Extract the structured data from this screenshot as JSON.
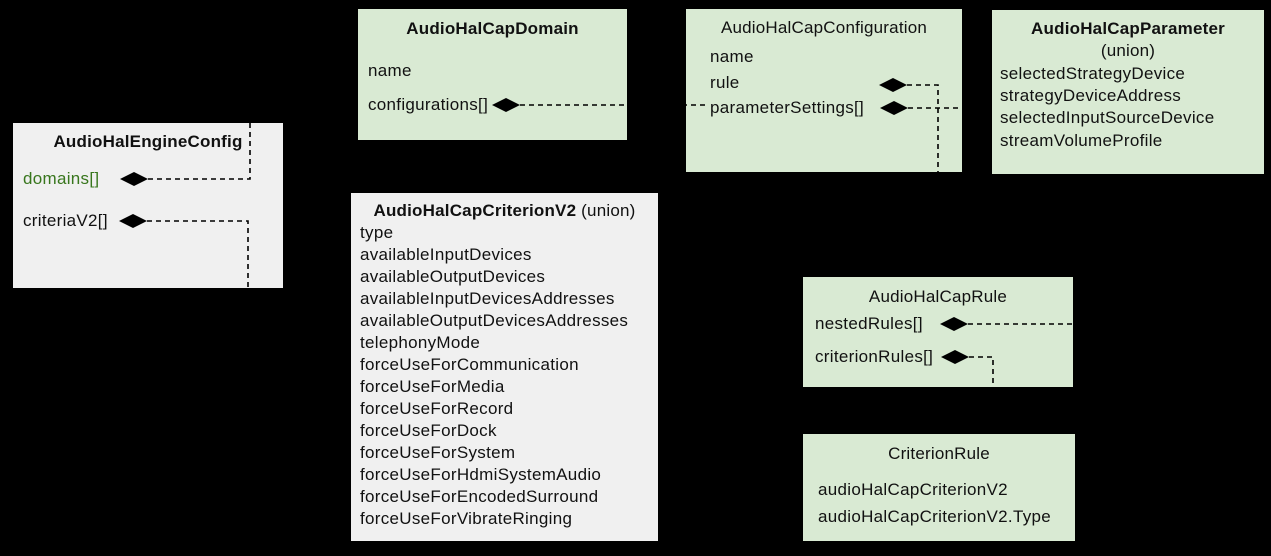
{
  "colors": {
    "background": "#000000",
    "box_green": "#d9ead3",
    "box_gray": "#f0f0f0",
    "text": "#111111",
    "accent_green": "#38761d",
    "line": "#000000"
  },
  "boxes": {
    "engine_config": {
      "title": "AudioHalEngineConfig",
      "fields": [
        "domains[]",
        "criteriaV2[]"
      ]
    },
    "cap_domain": {
      "title": "AudioHalCapDomain",
      "fields": [
        "name",
        "configurations[]"
      ]
    },
    "cap_configuration": {
      "title": "AudioHalCapConfiguration",
      "fields": [
        "name",
        "rule",
        "parameterSettings[]"
      ]
    },
    "cap_parameter": {
      "title": "AudioHalCapParameter",
      "subtitle": "(union)",
      "fields": [
        "selectedStrategyDevice",
        "strategyDeviceAddress",
        "selectedInputSourceDevice",
        "streamVolumeProfile"
      ]
    },
    "criterion_v2": {
      "title": "AudioHalCapCriterionV2",
      "title_suffix": " (union)",
      "fields": [
        "type",
        "availableInputDevices",
        "availableOutputDevices",
        "availableInputDevicesAddresses",
        "availableOutputDevicesAddresses",
        "telephonyMode",
        "forceUseForCommunication",
        "forceUseForMedia",
        "forceUseForRecord",
        "forceUseForDock",
        "forceUseForSystem",
        "forceUseForHdmiSystemAudio",
        "forceUseForEncodedSurround",
        "forceUseForVibrateRinging"
      ]
    },
    "cap_rule": {
      "title": "AudioHalCapRule",
      "fields": [
        "nestedRules[]",
        "criterionRules[]"
      ]
    },
    "criterion_rule": {
      "title": "CriterionRule",
      "fields": [
        "audioHalCapCriterionV2",
        "audioHalCapCriterionV2.Type"
      ]
    }
  },
  "relations": [
    {
      "from": "AudioHalEngineConfig.domains[]",
      "to": "AudioHalCapDomain",
      "kind": "aggregation"
    },
    {
      "from": "AudioHalEngineConfig.criteriaV2[]",
      "to": "AudioHalCapCriterionV2",
      "kind": "aggregation"
    },
    {
      "from": "AudioHalCapDomain.configurations[]",
      "to": "AudioHalCapConfiguration",
      "kind": "aggregation"
    },
    {
      "from": "AudioHalCapConfiguration.rule",
      "to": "AudioHalCapRule",
      "kind": "aggregation"
    },
    {
      "from": "AudioHalCapConfiguration.parameterSettings[]",
      "to": "AudioHalCapParameter",
      "kind": "aggregation"
    },
    {
      "from": "AudioHalCapRule.nestedRules[]",
      "to": "AudioHalCapRule",
      "kind": "aggregation"
    },
    {
      "from": "AudioHalCapRule.criterionRules[]",
      "to": "CriterionRule",
      "kind": "aggregation"
    }
  ]
}
